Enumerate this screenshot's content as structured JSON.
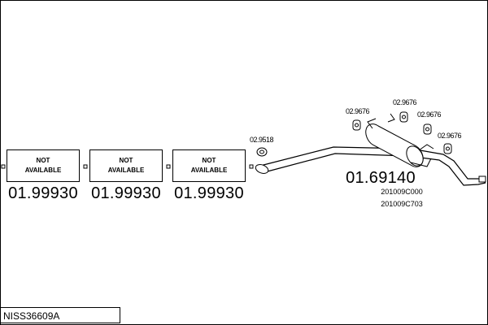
{
  "reference": "NISS36609A",
  "unavailable_parts": [
    {
      "label_line1": "NOT",
      "label_line2": "AVAILABLE",
      "part_number": "01.99930"
    },
    {
      "label_line1": "NOT",
      "label_line2": "AVAILABLE",
      "part_number": "01.99930"
    },
    {
      "label_line1": "NOT",
      "label_line2": "AVAILABLE",
      "part_number": "01.99930"
    }
  ],
  "rear_silencer": {
    "part_number": "01.69140",
    "oem_numbers": [
      "201009C000",
      "201009C703"
    ]
  },
  "gasket": {
    "part_number": "02.9518"
  },
  "rubber_mounts": [
    "02.9676",
    "02.9676",
    "02.9676",
    "02.9676"
  ]
}
